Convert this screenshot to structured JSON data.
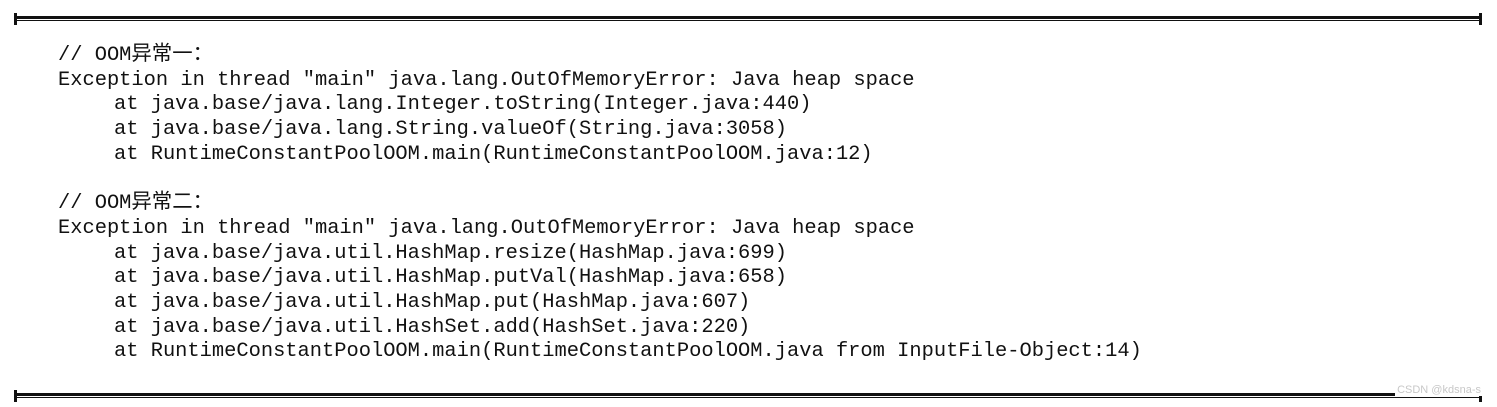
{
  "code": {
    "block1": {
      "comment": "// OOM异常一：",
      "exception": "Exception in thread \"main\" java.lang.OutOfMemoryError: Java heap space",
      "frames": [
        "at java.base/java.lang.Integer.toString(Integer.java:440)",
        "at java.base/java.lang.String.valueOf(String.java:3058)",
        "at RuntimeConstantPoolOOM.main(RuntimeConstantPoolOOM.java:12)"
      ]
    },
    "block2": {
      "comment": "// OOM异常二：",
      "exception": "Exception in thread \"main\" java.lang.OutOfMemoryError: Java heap space",
      "frames": [
        "at java.base/java.util.HashMap.resize(HashMap.java:699)",
        "at java.base/java.util.HashMap.putVal(HashMap.java:658)",
        "at java.base/java.util.HashMap.put(HashMap.java:607)",
        "at java.base/java.util.HashSet.add(HashSet.java:220)",
        "at RuntimeConstantPoolOOM.main(RuntimeConstantPoolOOM.java from InputFile-Object:14)"
      ]
    }
  },
  "watermark": "CSDN @kdsna-s"
}
